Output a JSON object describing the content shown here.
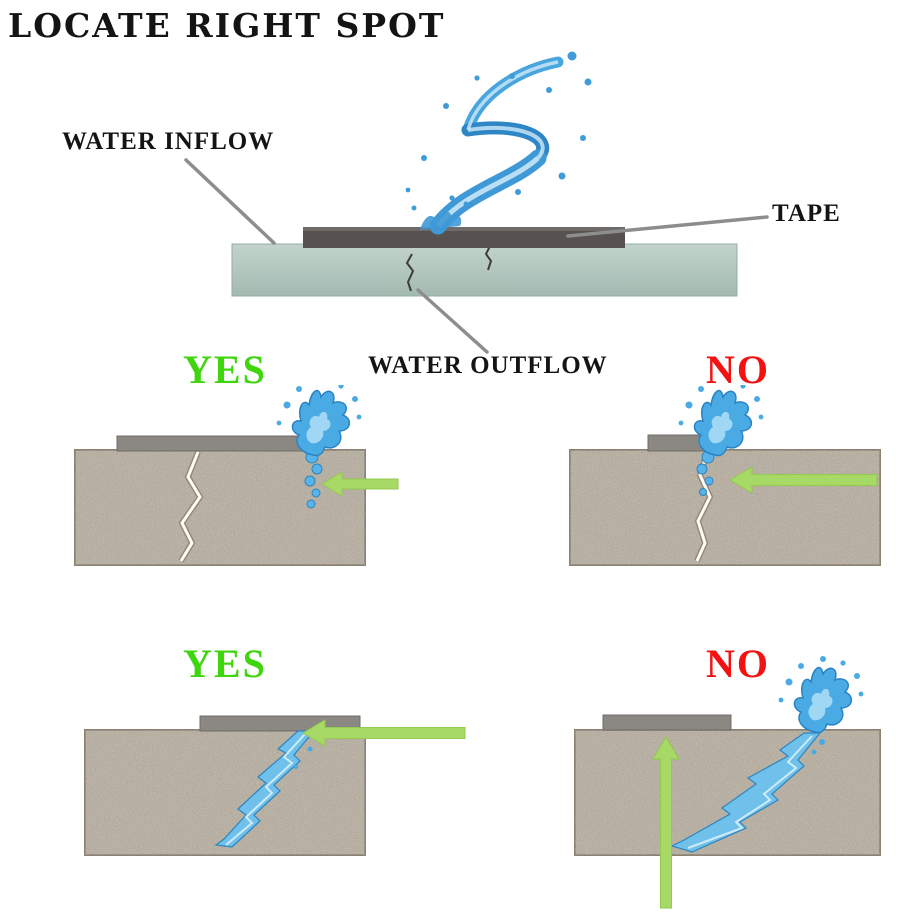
{
  "title": "LOCATE RIGHT SPOT",
  "diagram": {
    "water_inflow_label": "WATER INFLOW",
    "tape_label": "TAPE",
    "water_outflow_label": "WATER OUTFLOW"
  },
  "panels": [
    {
      "position": "top-left",
      "verdict": "YES",
      "verdict_color": "#3fd60e"
    },
    {
      "position": "top-right",
      "verdict": "NO",
      "verdict_color": "#f31212"
    },
    {
      "position": "bottom-left",
      "verdict": "YES",
      "verdict_color": "#3fd60e"
    },
    {
      "position": "bottom-right",
      "verdict": "NO",
      "verdict_color": "#f31212"
    }
  ],
  "colors": {
    "yes_green": "#3fd60e",
    "no_red": "#f31212",
    "arrow_green": "#a7d966",
    "water_blue": "#4aabe4",
    "slab_green_gray": "#b0c5bd",
    "tape_dark_gray": "#575250",
    "tape_light_gray": "#8b8884",
    "concrete_tan": "#b6ac9a",
    "leader_line_gray": "#8d8d8d",
    "text_black": "#141414"
  }
}
